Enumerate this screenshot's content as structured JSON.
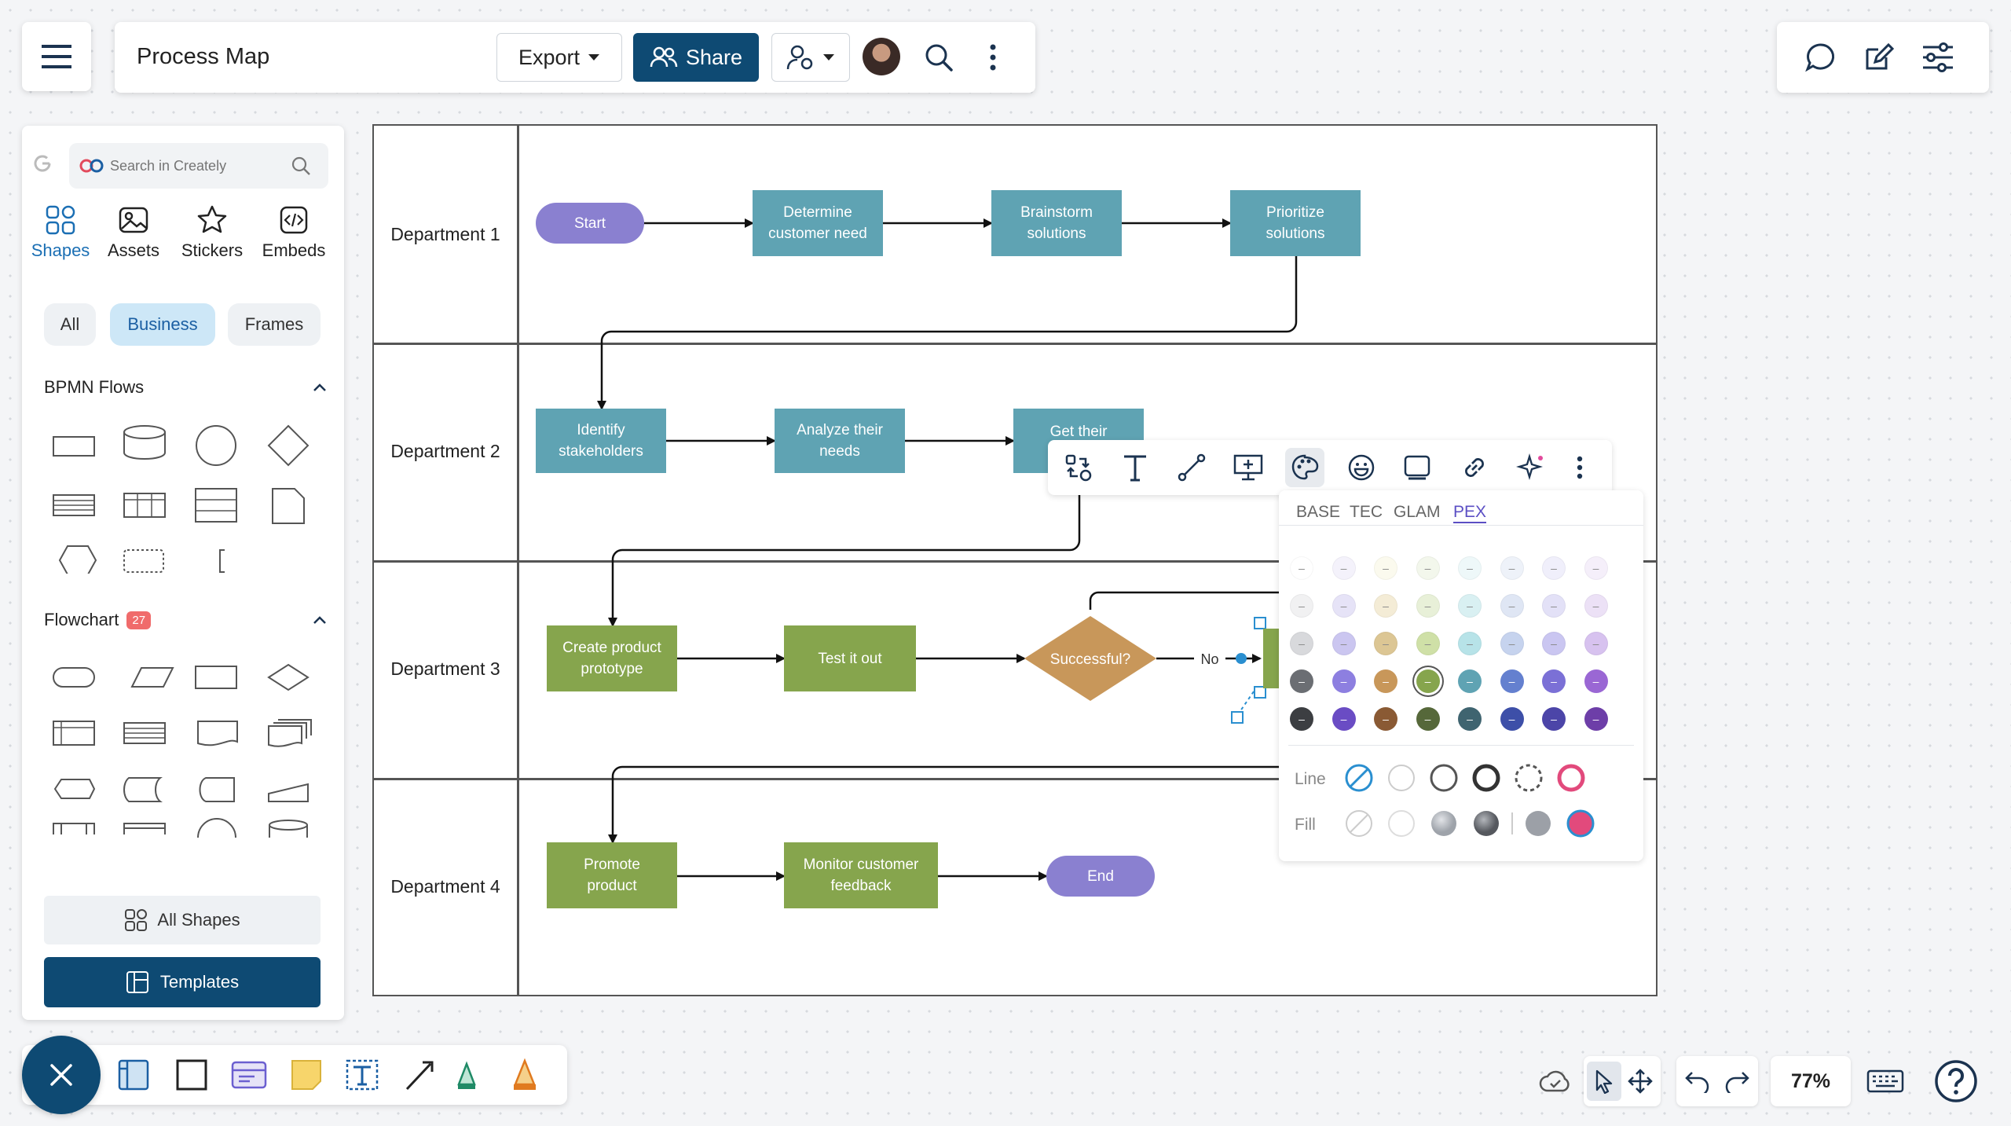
{
  "header": {
    "title": "Process Map",
    "export_label": "Export",
    "share_label": "Share"
  },
  "library": {
    "search_placeholder": "Search in Creately",
    "tabs": [
      {
        "label": "Shapes",
        "icon": "shapes-icon"
      },
      {
        "label": "Assets",
        "icon": "image-icon"
      },
      {
        "label": "Stickers",
        "icon": "star-icon"
      },
      {
        "label": "Embeds",
        "icon": "code-icon"
      }
    ],
    "filters": [
      "All",
      "Business",
      "Frames"
    ],
    "active_filter": "Business",
    "section1": "BPMN Flows",
    "section2": "Flowchart",
    "section2_badge": "27",
    "all_shapes": "All Shapes",
    "templates": "Templates"
  },
  "diagram": {
    "lanes": [
      "Department 1",
      "Department 2",
      "Department 3",
      "Department 4"
    ],
    "nodes": {
      "start": "Start",
      "determine": "Determine\ncustomer need",
      "brainstorm": "Brainstorm\nsolutions",
      "prioritize": "Prioritize\nsolutions",
      "identify": "Identify\nstakeholders",
      "analyze": "Analyze their\nneeds",
      "get_their": "Get their",
      "prototype": "Create product\nprototype",
      "test": "Test it out",
      "decision": "Successful?",
      "no_label": "No",
      "promote": "Promote\nproduct",
      "monitor": "Monitor customer\nfeedback",
      "end": "End"
    },
    "colors": {
      "teal": "#5fa3b3",
      "green": "#86a54d",
      "purple": "#8a80d0",
      "orange": "#c8975a"
    }
  },
  "palette": {
    "tabs": [
      "BASE",
      "TEC",
      "GLAM",
      "PEX"
    ],
    "active_tab": "PEX",
    "line_label": "Line",
    "fill_label": "Fill",
    "swatch_glyph": "–"
  },
  "bottom_bar": {
    "zoom": "77%"
  }
}
